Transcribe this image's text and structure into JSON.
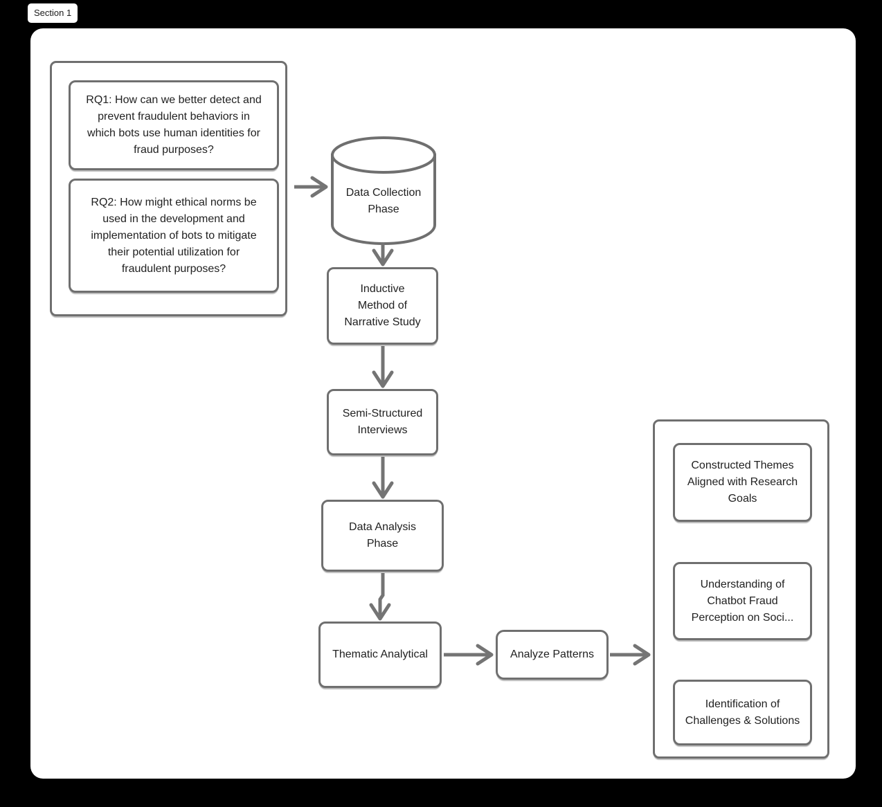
{
  "section": {
    "label": "Section 1"
  },
  "colors": {
    "background": "#000000",
    "canvas": "#ffffff",
    "node_border": "#6f6f6f",
    "arrow": "#747474",
    "text": "#212121"
  },
  "diagram": {
    "research_questions": {
      "rq1": "RQ1: How can we better detect and\nprevent fraudulent behaviors in\nwhich bots use human identities for\nfraud purposes?",
      "rq2": "RQ2: How might ethical norms be\nused in the development and\nimplementation of bots to mitigate\ntheir potential utilization for\nfraudulent purposes?"
    },
    "nodes": {
      "data_collection_phase": "Data Collection\nPhase",
      "inductive_method": "Inductive\nMethod of\nNarrative Study",
      "semi_structured_interviews": "Semi-Structured\nInterviews",
      "data_analysis_phase": "Data Analysis\nPhase",
      "thematic_analytical": "Thematic Analytical",
      "analyze_patterns": "Analyze Patterns",
      "constructed_themes": "Constructed Themes\nAligned with Research\nGoals",
      "understanding_chatbot_fraud": "Understanding of\nChatbot Fraud\nPerception on Soci...",
      "identification_challenges": "Identification of\nChallenges & Solutions"
    }
  }
}
